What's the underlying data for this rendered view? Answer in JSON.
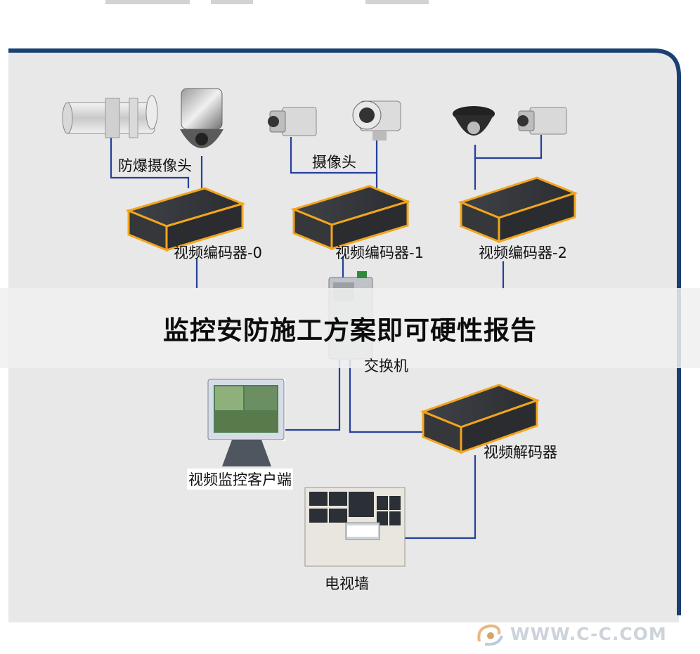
{
  "title": "监控安防施工方案即可硬性报告",
  "labels": {
    "explosion_camera": "防爆摄像头",
    "camera": "摄像头",
    "encoder_0": "视频编码器-0",
    "encoder_1": "视频编码器-1",
    "encoder_2": "视频编码器-2",
    "switch": "交换机",
    "decoder": "视频解码器",
    "client": "视频监控客户端",
    "tv_wall": "电视墙"
  },
  "watermark": {
    "text": "WWW.C-C.COM",
    "logo_icon": "swirl-logo-icon"
  },
  "colors": {
    "frame_border": "#1a3f73",
    "panel_bg": "#e8e8e8",
    "cable": "#24409a",
    "device_body": "#3a3d42",
    "device_trim": "#f2a51c"
  }
}
